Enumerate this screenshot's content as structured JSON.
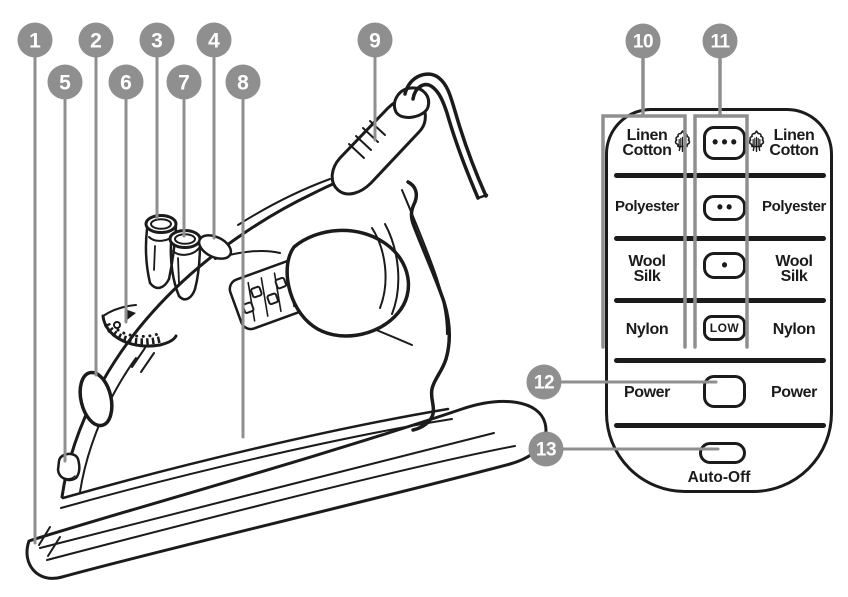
{
  "colors": {
    "ink": "#1b1b1b",
    "callout_gray": "#8f8f8f",
    "background": "#ffffff"
  },
  "callouts": [
    "1",
    "2",
    "3",
    "4",
    "5",
    "6",
    "7",
    "8",
    "9",
    "10",
    "11",
    "12",
    "13"
  ],
  "panel": {
    "rows": [
      {
        "left": [
          "Linen",
          "Cotton"
        ],
        "button": "•••",
        "right": [
          "Linen",
          "Cotton"
        ]
      },
      {
        "left": [
          "Polyester"
        ],
        "button": "••",
        "right": [
          "Polyester"
        ]
      },
      {
        "left": [
          "Wool",
          "Silk"
        ],
        "button": "•",
        "right": [
          "Wool",
          "Silk"
        ]
      },
      {
        "left": [
          "Nylon"
        ],
        "button": "LOW",
        "right": [
          "Nylon"
        ]
      },
      {
        "left": [
          "Power"
        ],
        "button": "",
        "right": [
          "Power"
        ]
      },
      {
        "button": "",
        "label_below": "Auto-Off"
      }
    ]
  }
}
